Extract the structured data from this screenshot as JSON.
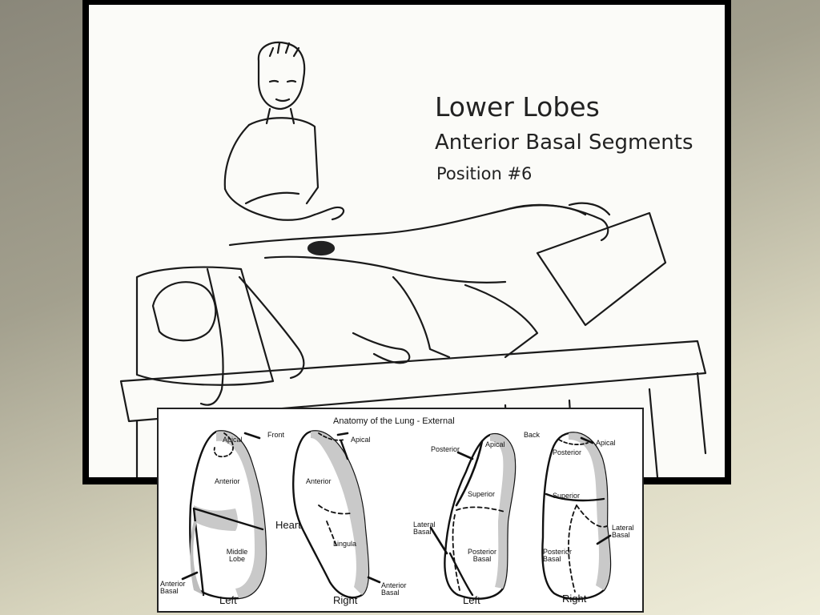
{
  "slide": {
    "title": "Lower Lobes",
    "subtitle": "Anterior Basal Segments",
    "position": "Position #6"
  },
  "lung_diagram": {
    "title": "Anatomy of the Lung - External",
    "front_label": "Front",
    "back_label": "Back",
    "heart_label": "Heart",
    "front_left": {
      "apical": "Apical",
      "anterior": "Anterior",
      "middle_lobe": "Middle Lobe",
      "anterior_basal": "Anterior Basal",
      "side": "Left"
    },
    "front_right": {
      "apical": "Apical",
      "anterior": "Anterior",
      "lingula": "Lingula",
      "anterior_basal": "Anterior Basal",
      "side": "Right"
    },
    "back_left": {
      "posterior": "Posterior",
      "apical": "Apical",
      "superior": "Superior",
      "lateral_basal": "Lateral Basal",
      "posterior_basal": "Posterior Basal",
      "side": "Left"
    },
    "back_right": {
      "apical": "Apical",
      "posterior": "Posterior",
      "superior": "Superior",
      "lateral_basal": "Lateral Basal",
      "posterior_basal": "Posterior Basal",
      "side": "Right"
    }
  }
}
